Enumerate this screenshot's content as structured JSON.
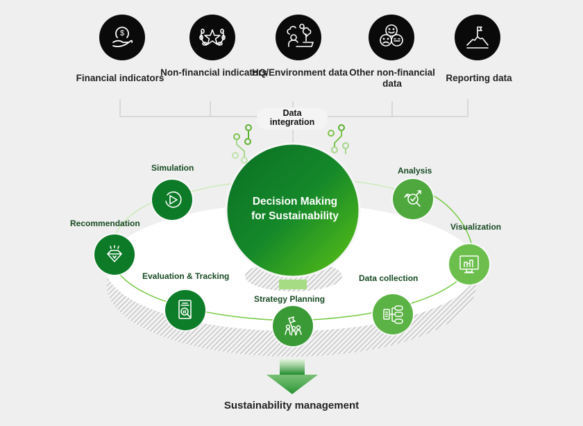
{
  "sources": [
    {
      "label": "Financial indicators",
      "icon": "hand-coin-icon"
    },
    {
      "label": "Non-financial indicators",
      "icon": "laurel-star-icon"
    },
    {
      "label": "HQ/Environment data",
      "icon": "person-laptop-tree-icon"
    },
    {
      "label": "Other non-financial data",
      "icon": "faces-icon"
    },
    {
      "label": "Reporting data",
      "icon": "mountain-flag-icon"
    }
  ],
  "integration": {
    "label_line1": "Data",
    "label_line2": "integration"
  },
  "hub": {
    "line1": "Decision Making",
    "line2": "for Sustainability"
  },
  "cycle": [
    {
      "label": "Simulation",
      "icon": "play-cycle-icon",
      "color": "#0c7a27"
    },
    {
      "label": "Recommendation",
      "icon": "diamond-icon",
      "color": "#0c7a27"
    },
    {
      "label": "Evaluation & Tracking",
      "icon": "report-magnifier-icon",
      "color": "#0e7d2a"
    },
    {
      "label": "Strategy Planning",
      "icon": "team-flag-icon",
      "color": "#3a9a35"
    },
    {
      "label": "Data collection",
      "icon": "flowchart-icon",
      "color": "#5cb345"
    },
    {
      "label": "Visualization",
      "icon": "monitor-chart-icon",
      "color": "#6cbf4c"
    },
    {
      "label": "Analysis",
      "icon": "magnifier-check-icon",
      "color": "#4fa83e"
    }
  ],
  "output": {
    "label": "Sustainability management"
  },
  "colors": {
    "dark_green": "#0a7a26",
    "light_green": "#5bc01a",
    "background": "#efefef"
  }
}
